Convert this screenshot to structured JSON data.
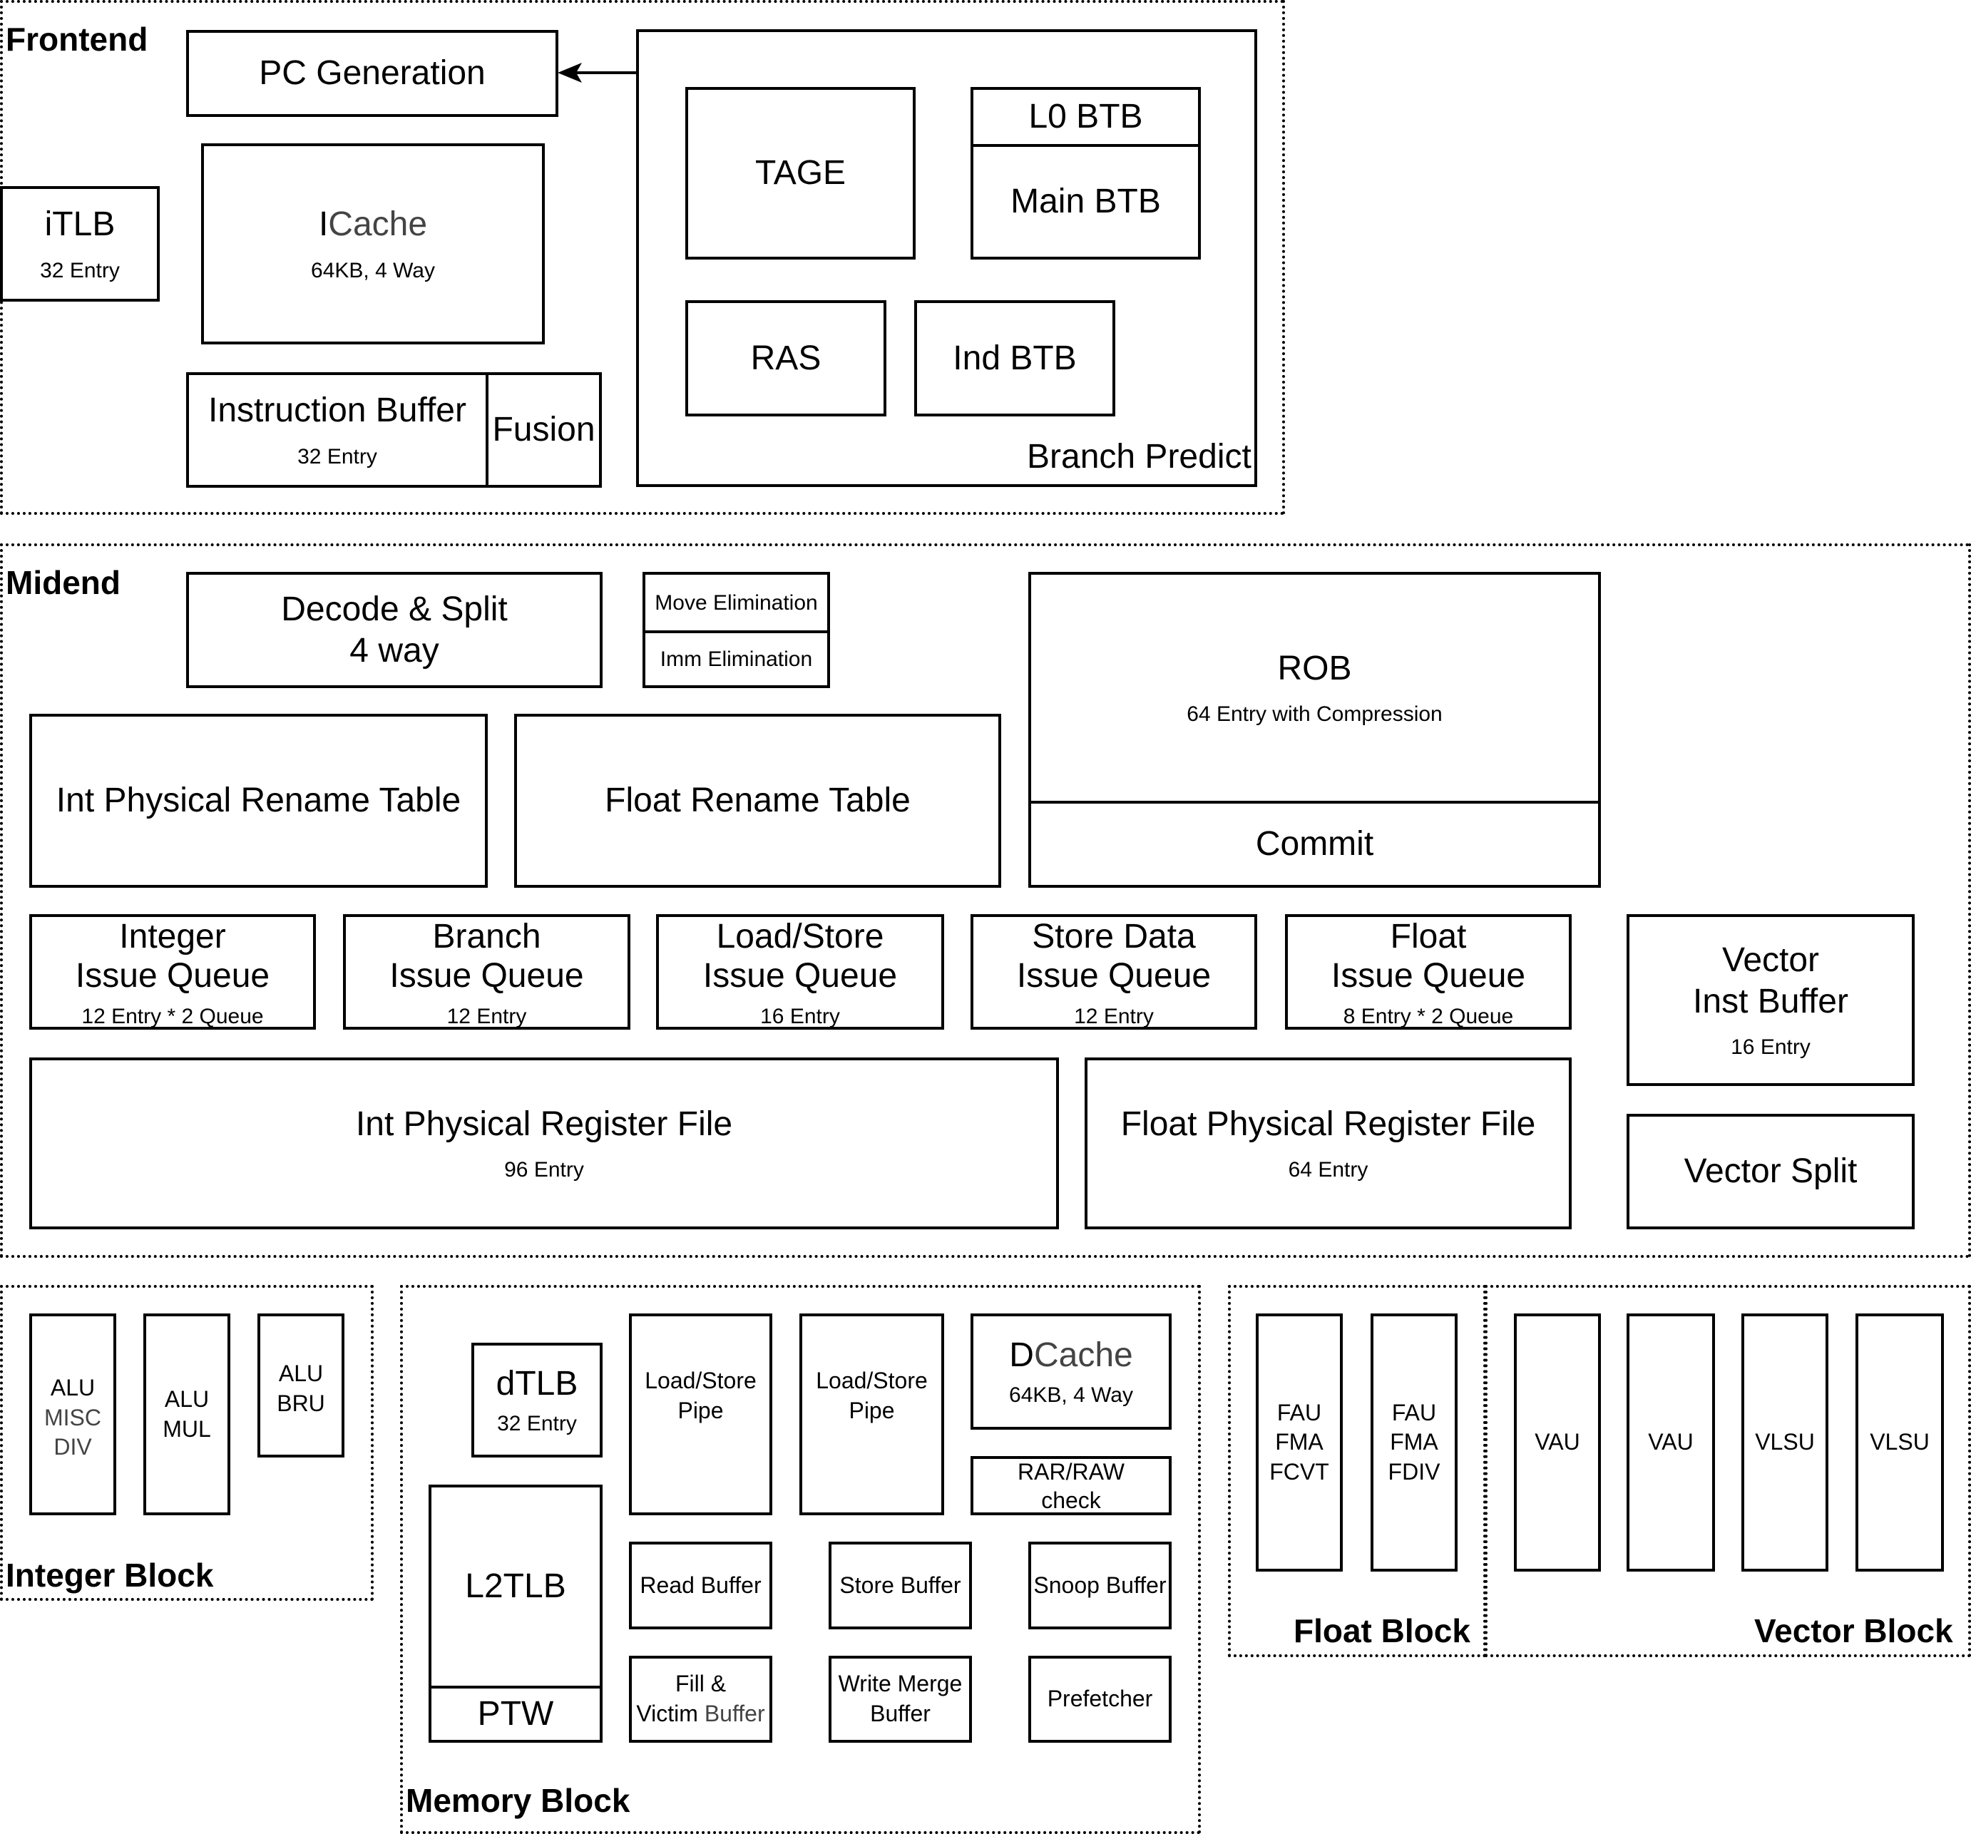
{
  "frontend": {
    "title": "Frontend",
    "pc_generation": "PC Generation",
    "itlb": {
      "name": "iTLB",
      "detail": "32 Entry"
    },
    "icache": {
      "name_first": "I",
      "name_rest": "Cache",
      "detail": "64KB, 4 Way"
    },
    "instruction_buffer": {
      "name": "Instruction Buffer",
      "detail": "32 Entry"
    },
    "fusion": "Fusion",
    "branch_predict": {
      "title": "Branch Predict",
      "tage": "TAGE",
      "l0_btb": "L0 BTB",
      "main_btb": "Main BTB",
      "ras": "RAS",
      "ind_btb": "Ind BTB"
    }
  },
  "midend": {
    "title": "Midend",
    "decode": {
      "line1": "Decode & Split",
      "line2": "4 way"
    },
    "move_elimination": "Move Elimination",
    "imm_elimination": "Imm Elimination",
    "rob": {
      "name": "ROB",
      "detail": "64 Entry with Compression",
      "commit": "Commit"
    },
    "int_rename_table": "Int Physical Rename Table",
    "float_rename_table": "Float Rename Table",
    "issue_queues": [
      {
        "line1": "Integer",
        "line2": "Issue Queue",
        "detail": "12 Entry * 2 Queue"
      },
      {
        "line1": "Branch",
        "line2": "Issue Queue",
        "detail": "12 Entry"
      },
      {
        "line1": "Load/Store",
        "line2": "Issue Queue",
        "detail": "16 Entry"
      },
      {
        "line1": "Store Data",
        "line2": "Issue Queue",
        "detail": "12 Entry"
      },
      {
        "line1": "Float",
        "line2": "Issue Queue",
        "detail": "8 Entry * 2 Queue"
      }
    ],
    "vector_inst_buffer": {
      "line1": "Vector",
      "line2": "Inst Buffer",
      "detail": "16 Entry"
    },
    "int_prf": {
      "name": "Int Physical Register File",
      "detail": "96 Entry"
    },
    "float_prf": {
      "name": "Float Physical Register File",
      "detail": "64 Entry"
    },
    "vector_split": "Vector Split"
  },
  "integer_block": {
    "title": "Integer Block",
    "units": [
      {
        "line1": "ALU",
        "line2": "MISC",
        "line3": "DIV"
      },
      {
        "line1": "ALU",
        "line2": "MUL"
      },
      {
        "line1": "ALU",
        "line2": "BRU"
      }
    ]
  },
  "memory_block": {
    "title": "Memory Block",
    "dtlb": {
      "name": "dTLB",
      "detail": "32 Entry"
    },
    "l2tlb": "L2TLB",
    "ptw": "PTW",
    "ls_pipes": [
      {
        "line1": "Load/Store",
        "line2": "Pipe"
      },
      {
        "line1": "Load/Store",
        "line2": "Pipe"
      }
    ],
    "dcache": {
      "name_first": "D",
      "name_rest": "Cache",
      "detail": "64KB, 4 Way"
    },
    "rar_raw": {
      "line1": "RAR/RAW",
      "line2": "check"
    },
    "read_buffer": "Read Buffer",
    "store_buffer": "Store Buffer",
    "snoop_buffer": "Snoop Buffer",
    "fill_victim": {
      "line1": "Fill  &",
      "line2a": "Victim ",
      "line2b": "Buffer"
    },
    "write_merge": {
      "line1": "Write Merge",
      "line2": "Buffer"
    },
    "prefetcher": "Prefetcher"
  },
  "float_block": {
    "title": "Float Block",
    "units": [
      {
        "line1": "FAU",
        "line2": "FMA",
        "line3": "FCVT"
      },
      {
        "line1": "FAU",
        "line2": "FMA",
        "line3": "FDIV"
      }
    ]
  },
  "vector_block": {
    "title": "Vector Block",
    "units": [
      "VAU",
      "VAU",
      "VLSU",
      "VLSU"
    ]
  }
}
